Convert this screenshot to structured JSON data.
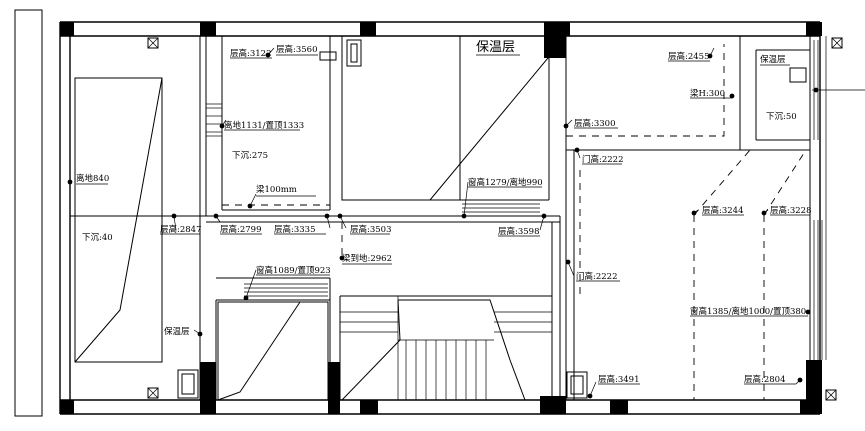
{
  "labels": {
    "insulation_top": "保温层",
    "insulation_right": "保温层",
    "insulation_left": "保温层",
    "h_3122": "层高:3122",
    "h_3560": "层高:3560",
    "h_2455": "层高:2455",
    "beam_300": "梁H:300",
    "h_3300": "层高:3300",
    "door_2222_top": "门高:2222",
    "sink_50": "下沉:50",
    "off_1131": "离地1131/置顶1333",
    "sink_275": "下沉:275",
    "beam_100": "梁100mm",
    "win_1279": "窗高1279/离地990",
    "off_840": "离地840",
    "sink_40": "下沉:40",
    "h_2847": "层高:2847",
    "h_2799": "层高:2799",
    "h_3335": "层高:3335",
    "h_3503": "层高:3503",
    "h_3598": "层高:3598",
    "h_3244": "层高:3244",
    "h_3228": "层高:3228",
    "beam_2962": "梁到地:2962",
    "win_1089": "窗高1089/置顶923",
    "door_2222_mid": "门高:2222",
    "win_1385": "窗高1385/离地1000/置顶380",
    "h_3491": "层高:3491",
    "h_2804": "层高:2804"
  }
}
